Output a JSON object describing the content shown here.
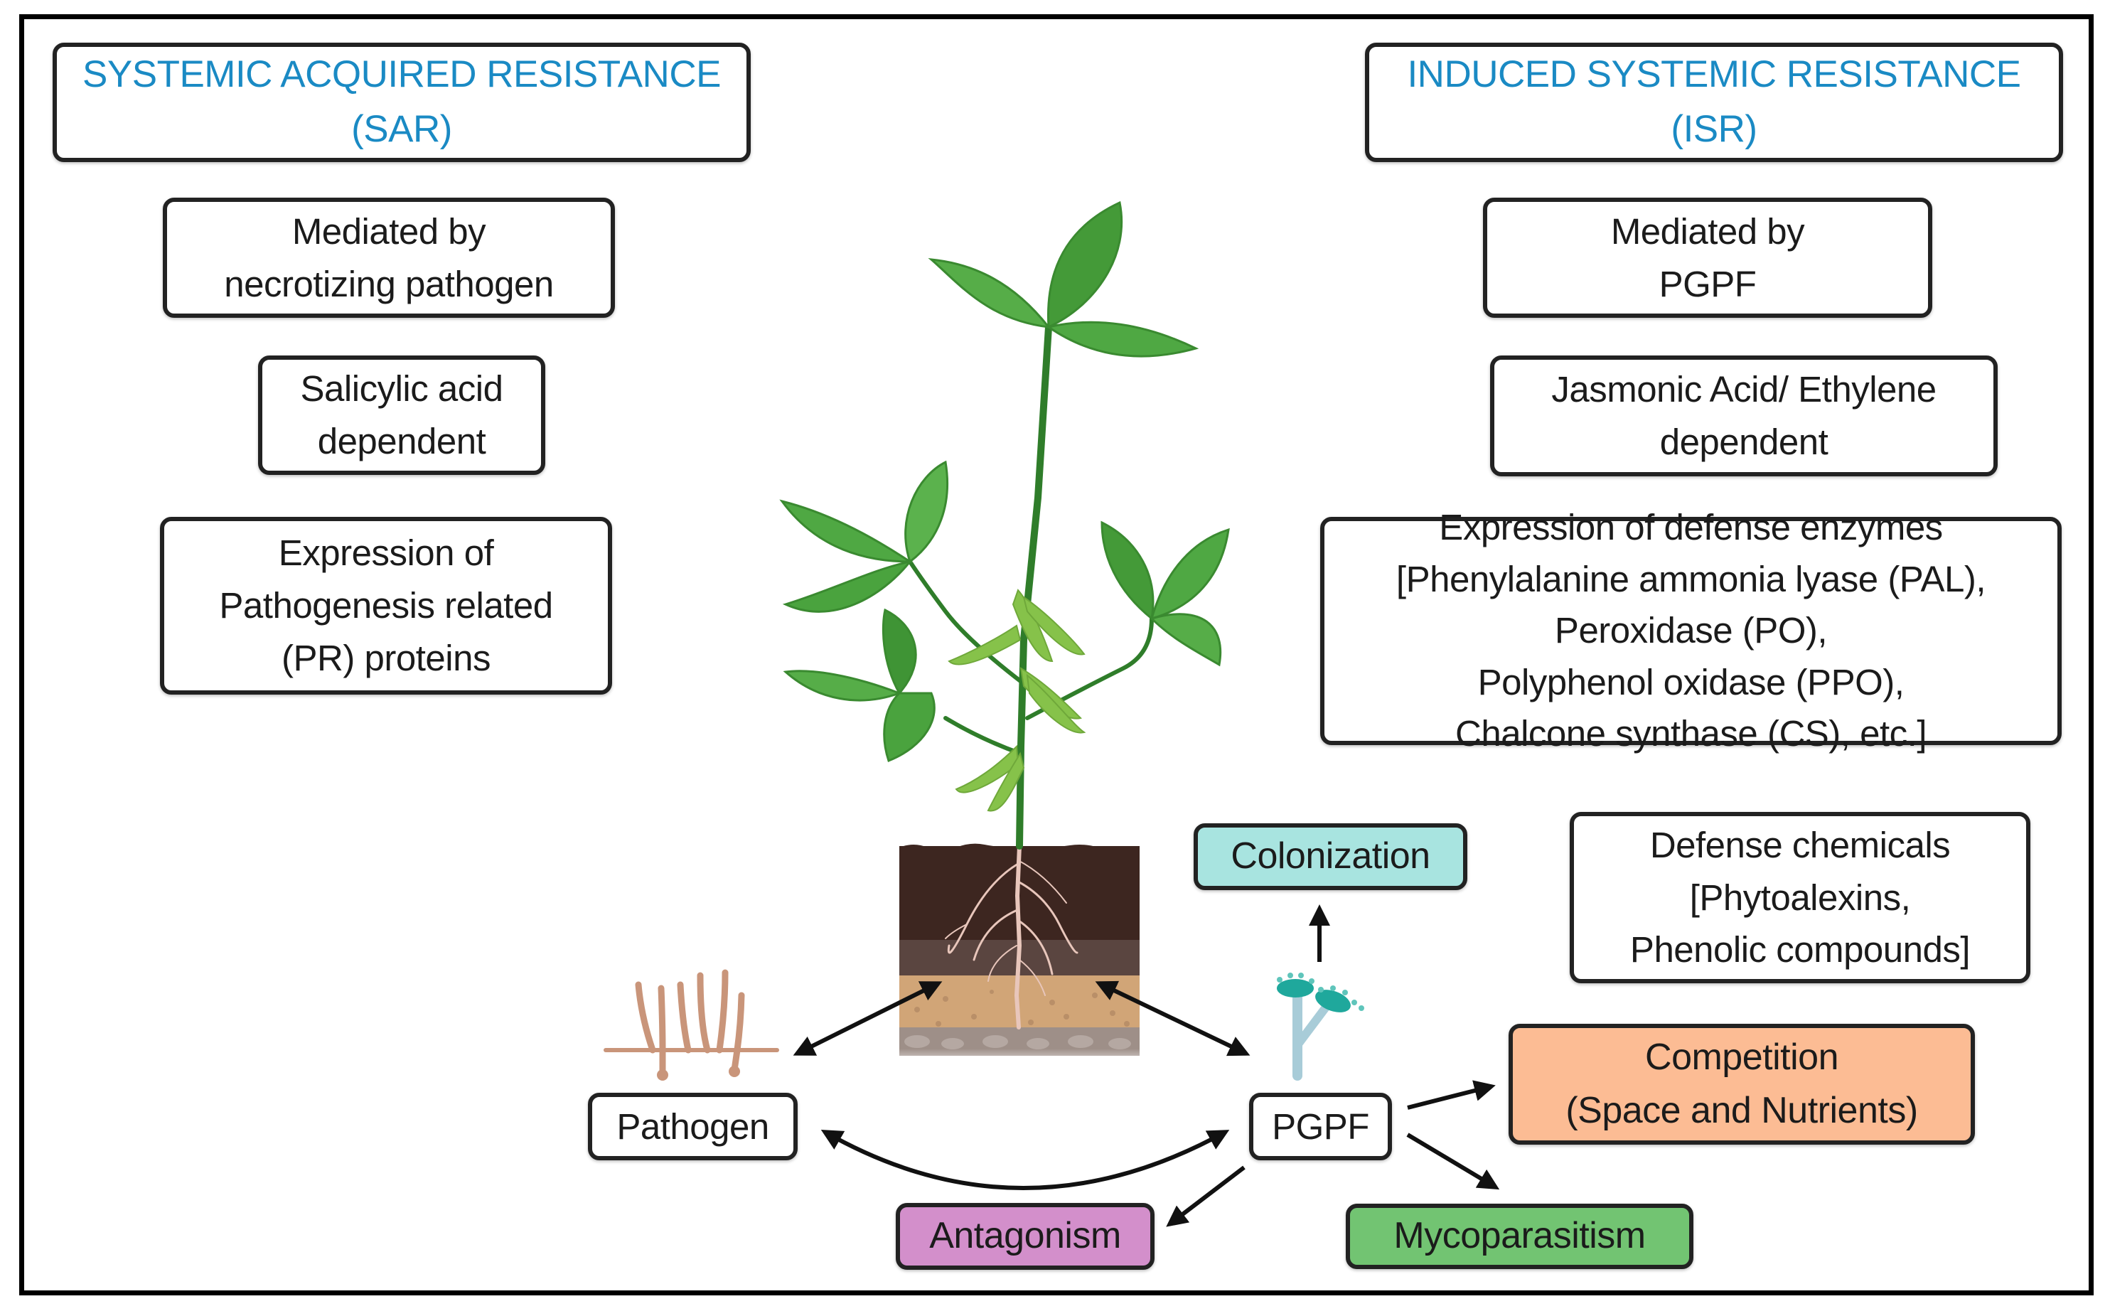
{
  "sar": {
    "title": [
      "SYSTEMIC ACQUIRED RESISTANCE",
      "(SAR)"
    ],
    "boxes": [
      {
        "lines": [
          "Mediated by",
          "necrotizing pathogen"
        ]
      },
      {
        "lines": [
          "Salicylic acid",
          "dependent"
        ]
      },
      {
        "lines": [
          "Expression of",
          "Pathogenesis related",
          "(PR) proteins"
        ]
      }
    ]
  },
  "isr": {
    "title": [
      "INDUCED SYSTEMIC RESISTANCE",
      "(ISR)"
    ],
    "boxes": [
      {
        "lines": [
          "Mediated by",
          "PGPF"
        ]
      },
      {
        "lines": [
          "Jasmonic Acid/ Ethylene",
          "dependent"
        ]
      },
      {
        "lines": [
          "Expression of defense enzymes",
          "[Phenylalanine ammonia lyase (PAL),",
          "Peroxidase (PO),",
          "Polyphenol oxidase (PPO),",
          "Chalcone synthase (CS), etc.]"
        ]
      },
      {
        "lines": [
          "Defense chemicals",
          "[Phytoalexins,",
          "Phenolic compounds]"
        ]
      }
    ]
  },
  "mechanisms": {
    "colonization": {
      "label": "Colonization",
      "color": "#a8e4e0"
    },
    "competition": {
      "lines": [
        "Competition",
        "(Space and Nutrients)"
      ],
      "color": "#fcbc94"
    },
    "antagonism": {
      "label": "Antagonism",
      "color": "#d38fcb"
    },
    "mycoparasitism": {
      "label": "Mycoparasitism",
      "color": "#72c472"
    }
  },
  "nodes": {
    "pathogen": "Pathogen",
    "pgpf": "PGPF"
  },
  "colors": {
    "title_blue": "#1a8ac4",
    "leaf": "#4aa33e",
    "leaf_dark": "#3a8a30",
    "pod": "#86c24a",
    "soil_dark": "#3d2620",
    "soil_mid": "#5a4540",
    "soil_sand": "#d1a577",
    "soil_rock": "#9e8f88",
    "root": "#e8c6bb",
    "pathogen_hyphae": "#c9957a",
    "pgpf_stalk": "#a8ccd8",
    "pgpf_head": "#1fa89c"
  }
}
